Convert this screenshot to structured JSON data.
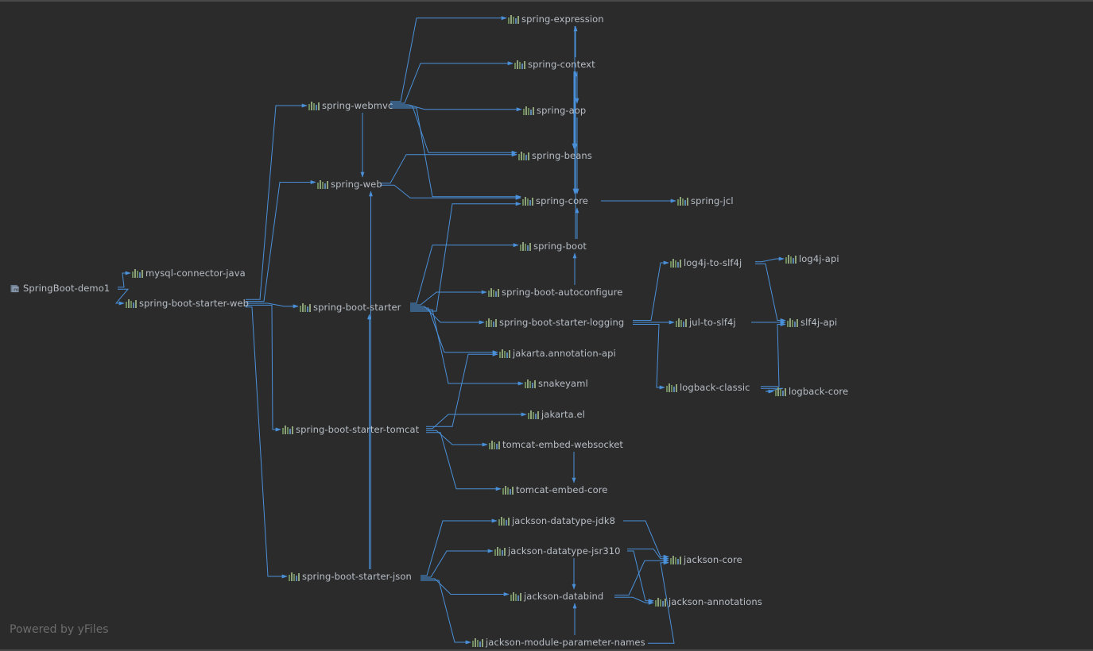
{
  "root": {
    "name": "SpringBoot-demo1",
    "icon": "module-icon"
  },
  "nodes": [
    {
      "id": "mysql",
      "label": "mysql-connector-java",
      "icon": "library-icon"
    },
    {
      "id": "sbsw",
      "label": "spring-boot-starter-web",
      "icon": "library-icon"
    },
    {
      "id": "webmvc",
      "label": "spring-webmvc",
      "icon": "library-icon"
    },
    {
      "id": "web",
      "label": "spring-web",
      "icon": "library-icon"
    },
    {
      "id": "sbs",
      "label": "spring-boot-starter",
      "icon": "library-icon"
    },
    {
      "id": "tomcat",
      "label": "spring-boot-starter-tomcat",
      "icon": "library-icon"
    },
    {
      "id": "json",
      "label": "spring-boot-starter-json",
      "icon": "library-icon"
    },
    {
      "id": "expression",
      "label": "spring-expression",
      "icon": "library-icon"
    },
    {
      "id": "context",
      "label": "spring-context",
      "icon": "library-icon"
    },
    {
      "id": "aop",
      "label": "spring-aop",
      "icon": "library-icon"
    },
    {
      "id": "beans",
      "label": "spring-beans",
      "icon": "library-icon"
    },
    {
      "id": "core",
      "label": "spring-core",
      "icon": "library-icon"
    },
    {
      "id": "jcl",
      "label": "spring-jcl",
      "icon": "library-icon"
    },
    {
      "id": "boot",
      "label": "spring-boot",
      "icon": "library-icon"
    },
    {
      "id": "autoconf",
      "label": "spring-boot-autoconfigure",
      "icon": "library-icon"
    },
    {
      "id": "logging",
      "label": "spring-boot-starter-logging",
      "icon": "library-icon"
    },
    {
      "id": "jakann",
      "label": "jakarta.annotation-api",
      "icon": "library-icon"
    },
    {
      "id": "snake",
      "label": "snakeyaml",
      "icon": "library-icon"
    },
    {
      "id": "jakel",
      "label": "jakarta.el",
      "icon": "library-icon"
    },
    {
      "id": "tews",
      "label": "tomcat-embed-websocket",
      "icon": "library-icon"
    },
    {
      "id": "tecore",
      "label": "tomcat-embed-core",
      "icon": "library-icon"
    },
    {
      "id": "l4j2slf",
      "label": "log4j-to-slf4j",
      "icon": "library-icon"
    },
    {
      "id": "l4japi",
      "label": "log4j-api",
      "icon": "library-icon"
    },
    {
      "id": "jul",
      "label": "jul-to-slf4j",
      "icon": "library-icon"
    },
    {
      "id": "slf4j",
      "label": "slf4j-api",
      "icon": "library-icon"
    },
    {
      "id": "lbclassic",
      "label": "logback-classic",
      "icon": "library-icon"
    },
    {
      "id": "lbcore",
      "label": "logback-core",
      "icon": "library-icon"
    },
    {
      "id": "jdk8",
      "label": "jackson-datatype-jdk8",
      "icon": "library-icon"
    },
    {
      "id": "jsr310",
      "label": "jackson-datatype-jsr310",
      "icon": "library-icon"
    },
    {
      "id": "jcore",
      "label": "jackson-core",
      "icon": "library-icon"
    },
    {
      "id": "databind",
      "label": "jackson-databind",
      "icon": "library-icon"
    },
    {
      "id": "jann",
      "label": "jackson-annotations",
      "icon": "library-icon"
    },
    {
      "id": "params",
      "label": "jackson-module-parameter-names",
      "icon": "library-icon"
    }
  ],
  "edges": [
    [
      "root",
      "mysql"
    ],
    [
      "root",
      "sbsw"
    ],
    [
      "sbsw",
      "webmvc"
    ],
    [
      "sbsw",
      "web"
    ],
    [
      "sbsw",
      "sbs"
    ],
    [
      "sbsw",
      "tomcat"
    ],
    [
      "sbsw",
      "json"
    ],
    [
      "webmvc",
      "expression"
    ],
    [
      "webmvc",
      "context"
    ],
    [
      "webmvc",
      "aop"
    ],
    [
      "webmvc",
      "beans"
    ],
    [
      "webmvc",
      "core"
    ],
    [
      "webmvc",
      "web"
    ],
    [
      "web",
      "beans"
    ],
    [
      "web",
      "core"
    ],
    [
      "context",
      "expression"
    ],
    [
      "context",
      "aop"
    ],
    [
      "context",
      "beans"
    ],
    [
      "context",
      "core"
    ],
    [
      "aop",
      "beans"
    ],
    [
      "aop",
      "core"
    ],
    [
      "beans",
      "core"
    ],
    [
      "expression",
      "core"
    ],
    [
      "core",
      "jcl"
    ],
    [
      "sbs",
      "boot"
    ],
    [
      "sbs",
      "autoconf"
    ],
    [
      "sbs",
      "logging"
    ],
    [
      "sbs",
      "jakann"
    ],
    [
      "sbs",
      "snake"
    ],
    [
      "sbs",
      "core"
    ],
    [
      "boot",
      "context"
    ],
    [
      "boot",
      "core"
    ],
    [
      "autoconf",
      "boot"
    ],
    [
      "logging",
      "l4j2slf"
    ],
    [
      "logging",
      "jul"
    ],
    [
      "logging",
      "lbclassic"
    ],
    [
      "l4j2slf",
      "l4japi"
    ],
    [
      "l4j2slf",
      "slf4j"
    ],
    [
      "jul",
      "slf4j"
    ],
    [
      "lbclassic",
      "slf4j"
    ],
    [
      "lbclassic",
      "lbcore"
    ],
    [
      "tomcat",
      "jakann"
    ],
    [
      "tomcat",
      "jakel"
    ],
    [
      "tomcat",
      "tews"
    ],
    [
      "tomcat",
      "tecore"
    ],
    [
      "tews",
      "tecore"
    ],
    [
      "json",
      "sbs"
    ],
    [
      "json",
      "web"
    ],
    [
      "json",
      "jdk8"
    ],
    [
      "json",
      "jsr310"
    ],
    [
      "json",
      "databind"
    ],
    [
      "json",
      "params"
    ],
    [
      "jdk8",
      "jcore"
    ],
    [
      "jsr310",
      "jcore"
    ],
    [
      "jsr310",
      "jann"
    ],
    [
      "jsr310",
      "databind"
    ],
    [
      "databind",
      "jcore"
    ],
    [
      "databind",
      "jann"
    ],
    [
      "params",
      "databind"
    ],
    [
      "params",
      "jcore"
    ]
  ],
  "colors": {
    "background": "#2b2b2b",
    "edge": "#4a90d9",
    "label": "#b7bec6",
    "icon_bars": "#7a9a5a"
  },
  "watermark": "Powered by yFiles"
}
